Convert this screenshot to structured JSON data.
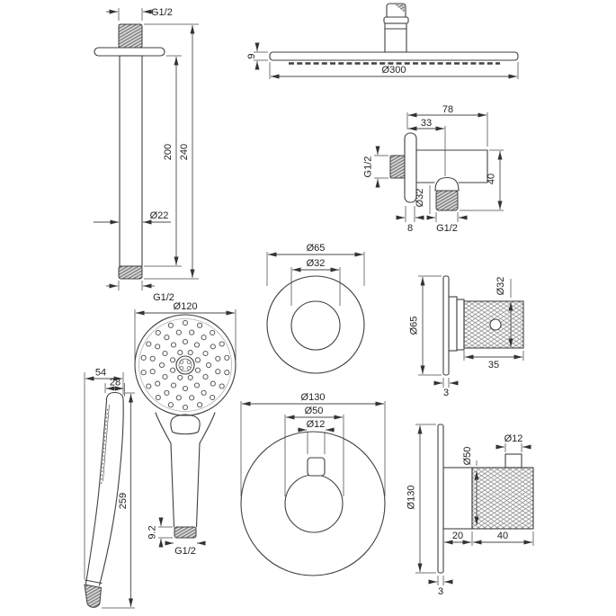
{
  "page": {
    "background": "#ffffff",
    "line_color": "#3f3f3f"
  },
  "ceiling_arm": {
    "thread_top": "G1/2",
    "length_total": "240",
    "length_tube": "200",
    "tube_diameter": "Ø22",
    "thread_bottom": "G1/2"
  },
  "rain_head": {
    "thickness": "9",
    "diameter": "Ø300"
  },
  "wall_outlet": {
    "depth_total": "78",
    "depth_to_outlet": "33",
    "thread_inlet": "G1/2",
    "outlet_diameter": "Ø32",
    "flange_offset": "8",
    "thread_outlet": "G1/2",
    "height": "40"
  },
  "valve_small_front": {
    "outer_diameter": "Ø65",
    "knob_diameter": "Ø32"
  },
  "valve_small_side": {
    "plate_diameter": "Ø65",
    "knob_diameter": "Ø32",
    "knob_depth": "35",
    "plate_thickness": "3"
  },
  "hand_shower_front": {
    "head_diameter": "Ø120",
    "thread_length": "9.2",
    "thread": "G1/2"
  },
  "hand_shower_side": {
    "head_width": "54",
    "head_thickness": "28",
    "total_length": "259"
  },
  "valve_large_front": {
    "plate_diameter": "Ø130",
    "knob_diameter": "Ø50",
    "stem_diameter": "Ø12"
  },
  "valve_large_side": {
    "plate_diameter": "Ø130",
    "knob_diameter": "Ø50",
    "stem_diameter": "Ø12",
    "body_depth": "20",
    "knob_depth": "40",
    "plate_thickness": "3"
  }
}
